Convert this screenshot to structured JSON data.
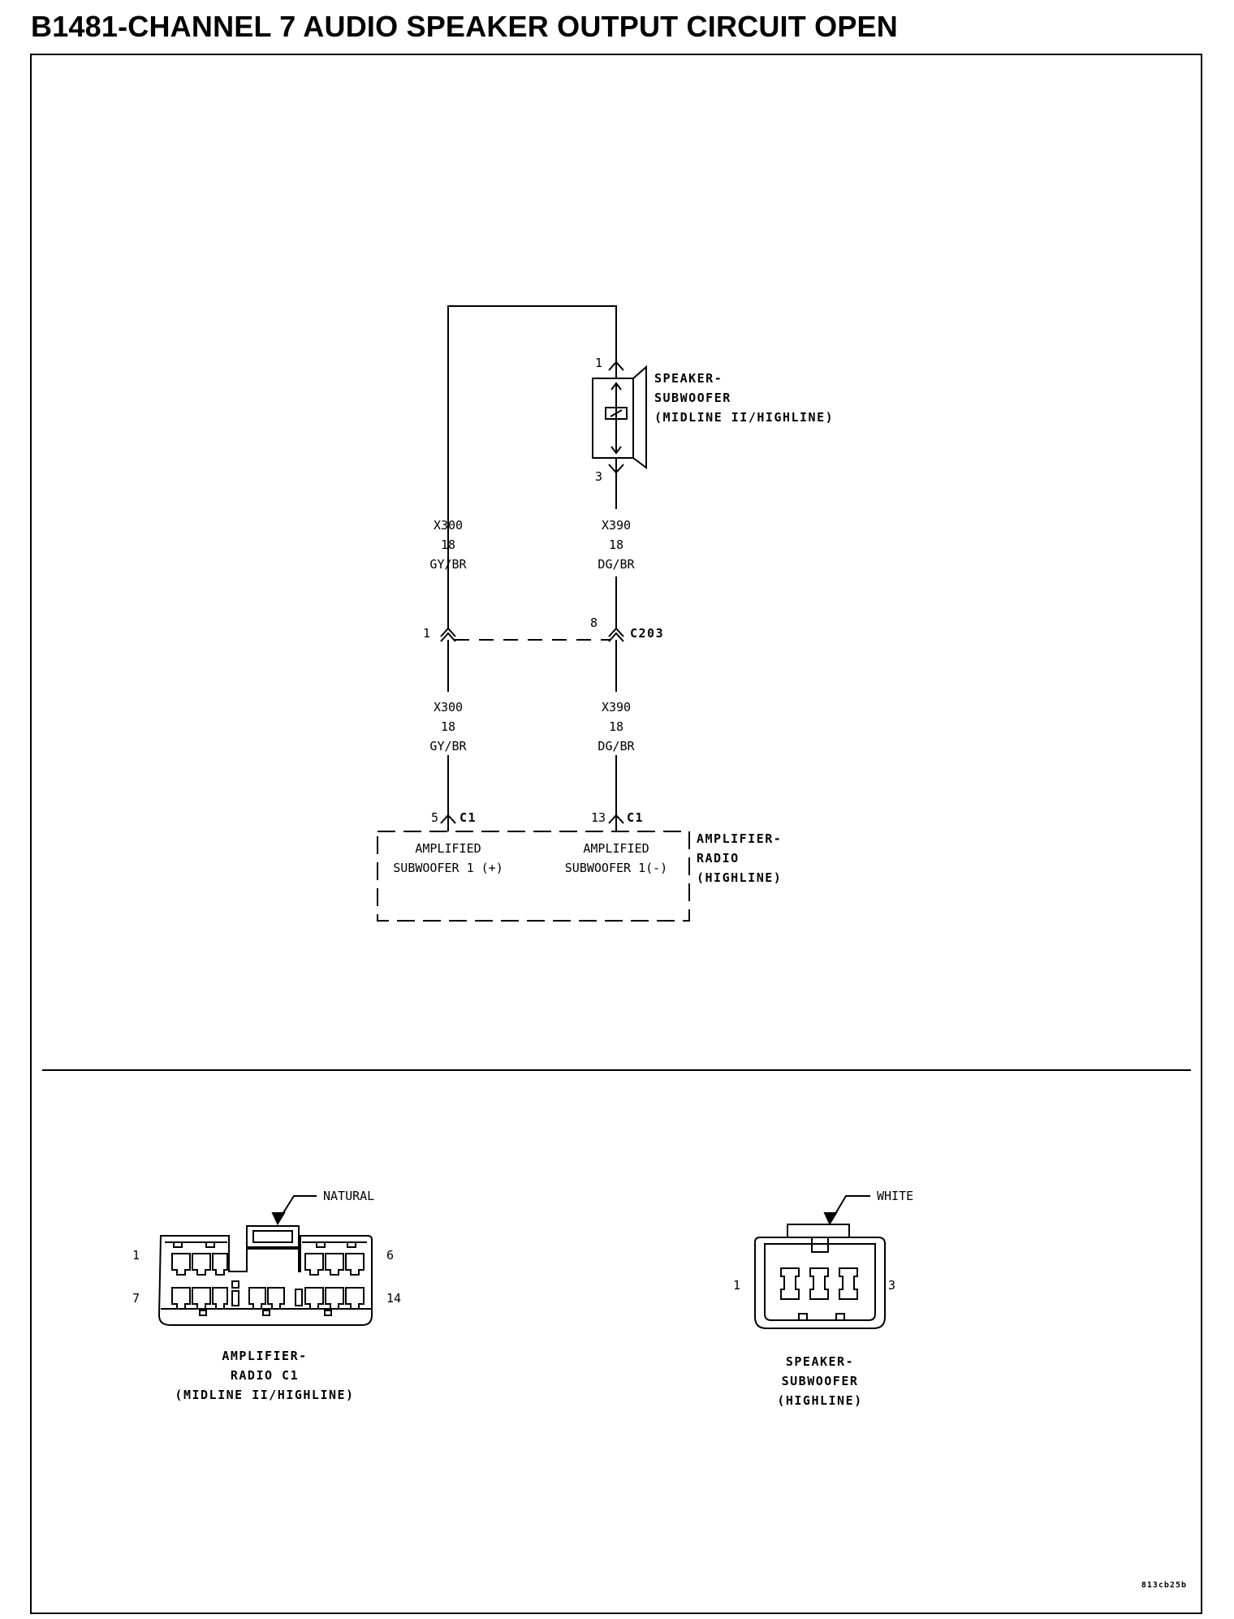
{
  "title": "B1481-CHANNEL 7 AUDIO SPEAKER OUTPUT CIRCUIT OPEN",
  "speaker": {
    "name_lines": [
      "SPEAKER-",
      "SUBWOOFER",
      "(MIDLINE II/HIGHLINE)"
    ],
    "pin_top": "1",
    "pin_bottom": "3"
  },
  "wires": {
    "left_upper": [
      "X300",
      "18",
      "GY/BR"
    ],
    "right_upper": [
      "X390",
      "18",
      "DG/BR"
    ],
    "left_lower": [
      "X300",
      "18",
      "GY/BR"
    ],
    "right_lower": [
      "X390",
      "18",
      "DG/BR"
    ]
  },
  "connector_c203": {
    "name": "C203",
    "pin_left": "1",
    "pin_right": "8"
  },
  "amplifier": {
    "name_lines": [
      "AMPLIFIER-",
      "RADIO",
      "(HIGHLINE)"
    ],
    "pin_left": "5",
    "pin_right": "13",
    "connector_left": "C1",
    "connector_right": "C1",
    "terminal_left_lines": [
      "AMPLIFIED",
      "SUBWOOFER 1 (+)"
    ],
    "terminal_right_lines": [
      "AMPLIFIED",
      "SUBWOOFER 1(-)"
    ]
  },
  "connector_views": {
    "amp": {
      "color_label": "NATURAL",
      "pin_tl": "1",
      "pin_tr": "6",
      "pin_bl": "7",
      "pin_br": "14",
      "caption_lines": [
        "AMPLIFIER-",
        "RADIO C1",
        "(MIDLINE II/HIGHLINE)"
      ]
    },
    "speaker": {
      "color_label": "WHITE",
      "pin_left": "1",
      "pin_right": "3",
      "caption_lines": [
        "SPEAKER-",
        "SUBWOOFER",
        "(HIGHLINE)"
      ]
    }
  },
  "ref_code": "813cb25b"
}
